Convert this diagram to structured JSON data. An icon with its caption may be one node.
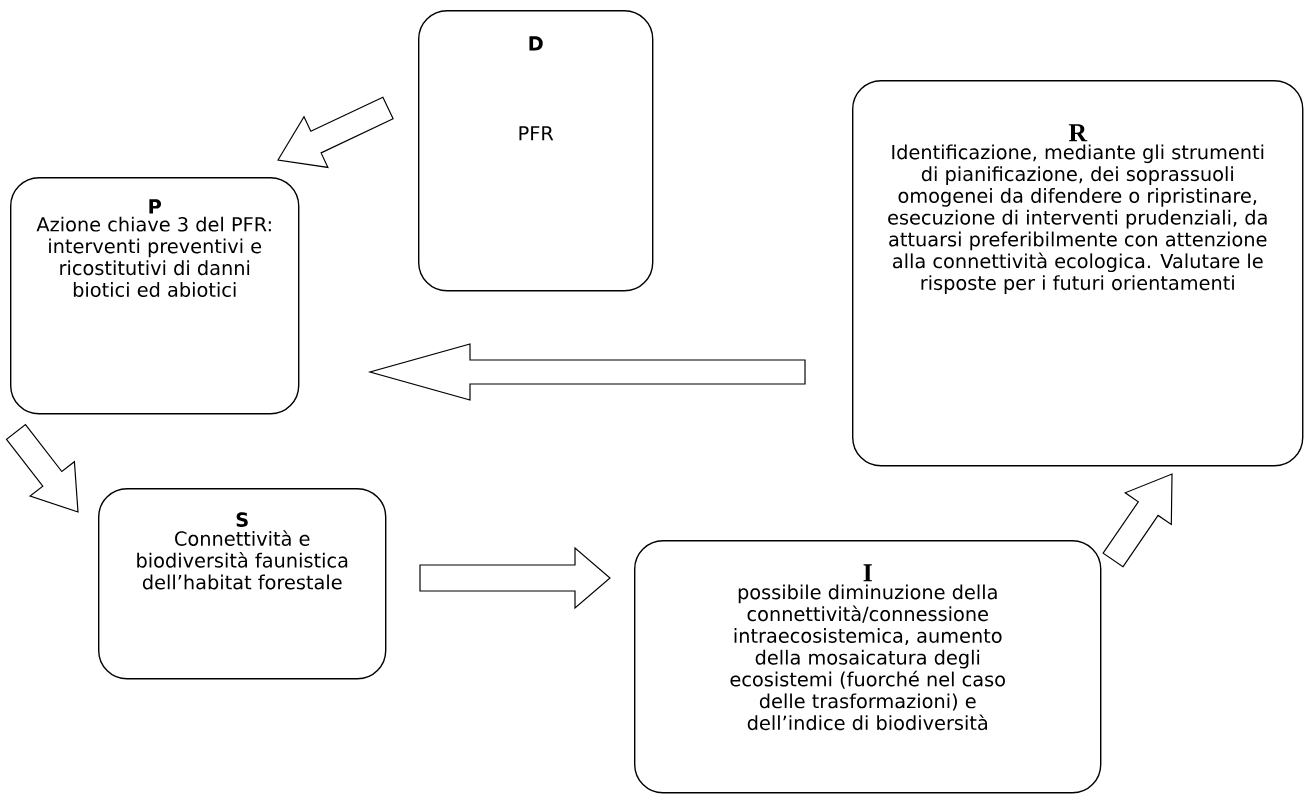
{
  "diagram": {
    "nodes": [
      {
        "text": [
          "D",
          "PFR"
        ]
      },
      {
        "text": [
          "P",
          "Azione chiave 3 del PFR: interventi preventivi e ricostitutivi di danni biotici ed abiotici"
        ]
      },
      {
        "text": [
          "R",
          "Identificazione, mediante gli strumenti di pianificazione, dei soprassuoli omogenei da difendere o ripristinare, esecuzione di interventi prudenziali, da attuarsi preferibilmente con attenzione alla connettività ecologica. Valutare le risposte per i futuri orientamenti"
        ]
      },
      {
        "text": [
          "S",
          "Connettività e biodiversità faunistica dell’habitat forestale"
        ]
      },
      {
        "text": [
          "I",
          "possibile diminuzione della connettività/connessione intraecosistemica, aumento della mosaicatura degli ecosistemi (fuorché nel caso delle trasformazioni) e dell’indice di biodiversità"
        ]
      }
    ],
    "edges": [
      {
        "from": 0,
        "to": 1,
        "arrow": "to"
      },
      {
        "from": 2,
        "to": 1,
        "arrow": "to"
      },
      {
        "from": 1,
        "to": 3,
        "arrow": "to"
      },
      {
        "from": 3,
        "to": 4,
        "arrow": "to"
      },
      {
        "from": 4,
        "to": 2,
        "arrow": "to"
      }
    ]
  }
}
